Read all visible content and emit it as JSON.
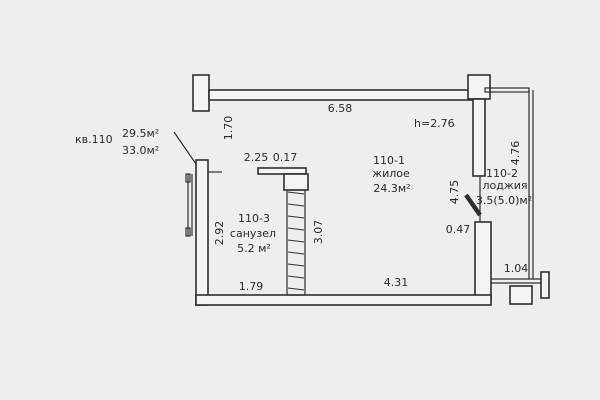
{
  "apartment": {
    "number": "кв.110",
    "area_living": "29.5м²",
    "area_total": "33.0м²"
  },
  "height": "h=2.76",
  "rooms": {
    "main": {
      "id": "110-1",
      "name": "жилое",
      "area": "24.3м²"
    },
    "loggia": {
      "id": "110-2",
      "name": "лоджия",
      "area": "3.5(5.0)м²"
    },
    "bath": {
      "id": "110-3",
      "name": "санузел",
      "area": "5.2 м²"
    }
  },
  "dimensions": {
    "top_width": "6.58",
    "left_top": "1.70",
    "niche_width": "2.25",
    "niche_small": "0.17",
    "bath_height": "2.92",
    "bath_partition": "3.07",
    "bottom_left": "1.79",
    "bottom_right": "4.31",
    "loggia_length": "4.76",
    "door_width": "4.75",
    "pier": "0.47",
    "loggia_width": "1.04"
  }
}
